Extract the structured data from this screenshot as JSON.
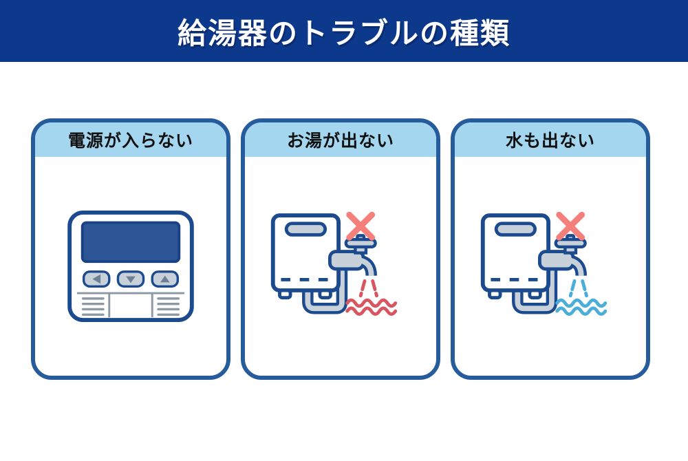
{
  "header": {
    "title": "給湯器のトラブルの種類"
  },
  "cards": [
    {
      "title": "電源が入らない",
      "icon": "remote-controller-icon"
    },
    {
      "title": "お湯が出ない",
      "icon": "water-heater-no-hot-water-icon"
    },
    {
      "title": "水も出ない",
      "icon": "water-heater-no-water-icon"
    }
  ],
  "colors": {
    "header_bg": "#0c398c",
    "header_text": "#ffffff",
    "card_border": "#275c9c",
    "card_header_bg": "#a4d6f0",
    "card_title_color": "#111111",
    "icon_stroke": "#1c4a8e",
    "icon_gray": "#c8d1d9",
    "screen_fill": "#2c5695",
    "screen_stroke": "#1a4183",
    "detail_gray": "#8d99a3",
    "triangle_gray": "#6e8093",
    "cross_red": "#f5807b",
    "water_hot": "#d85660",
    "water_cold": "#4aaed9"
  }
}
